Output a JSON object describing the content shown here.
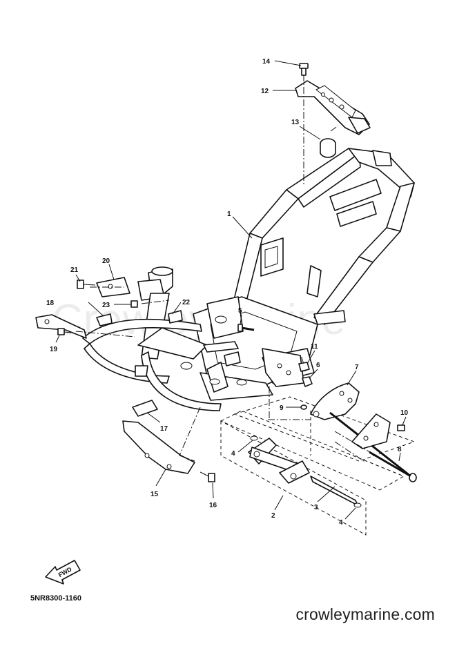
{
  "watermark": "CrowleyMarine",
  "callouts": {
    "c1": "1",
    "c2": "2",
    "c3": "3",
    "c4a": "4",
    "c4b": "4",
    "c5": "5",
    "c6": "6",
    "c7": "7",
    "c8": "8",
    "c9": "9",
    "c10": "10",
    "c11": "11",
    "c12": "12",
    "c13": "13",
    "c14": "14",
    "c15": "15",
    "c16": "16",
    "c17": "17",
    "c18": "18",
    "c19": "19",
    "c20": "20",
    "c21": "21",
    "c22": "22",
    "c23": "23"
  },
  "fwd_label": "FWD",
  "reference_code": "5NR8300-1160",
  "site_name": "crowleymarine.com"
}
